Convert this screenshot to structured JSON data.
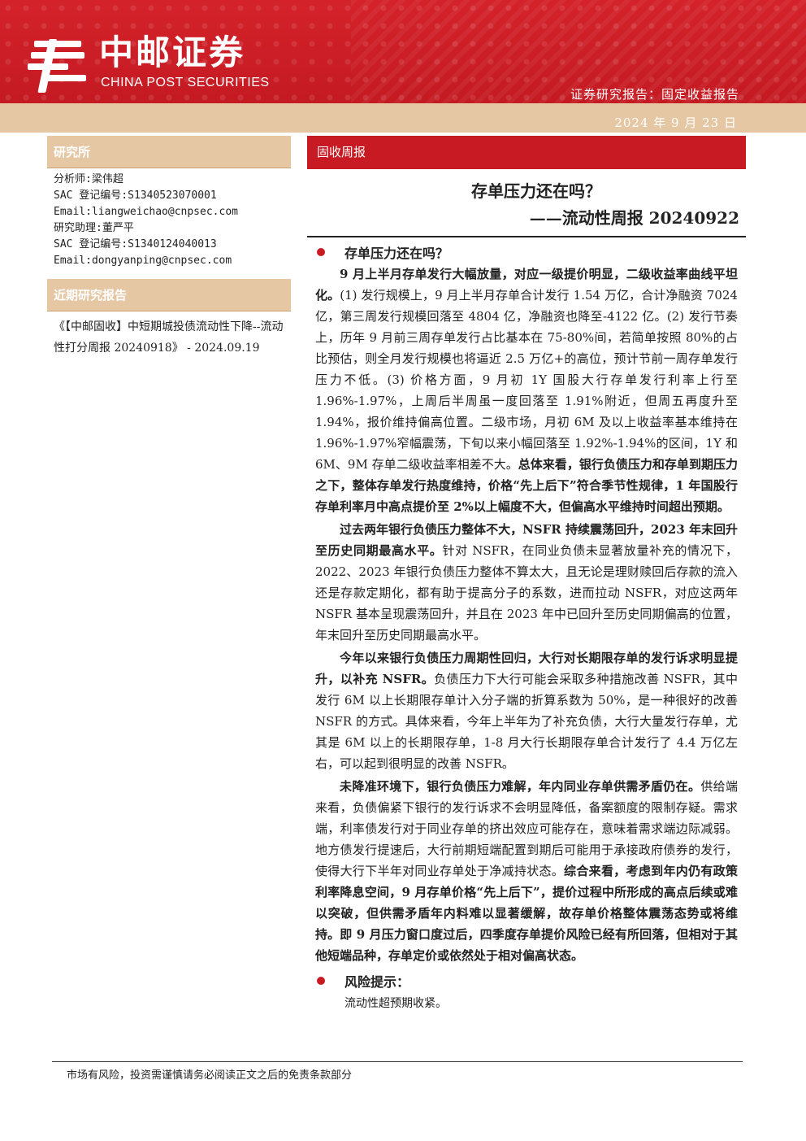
{
  "header": {
    "logo_cn": "中邮证券",
    "logo_en": "CHINA POST SECURITIES",
    "report_type": "证券研究报告：固定收益报告",
    "date": "2024 年 9 月 23 日",
    "brand_color": "#c71a22",
    "accent_color": "#e5c7a3"
  },
  "sidebar": {
    "institute_label": "研究所",
    "analyst": "分析师:梁伟超",
    "analyst_sac": "SAC 登记编号:S1340523070001",
    "analyst_email": "Email:liangweichao@cnpsec.com",
    "assistant": "研究助理:董严平",
    "assistant_sac": "SAC 登记编号:S1340124040013",
    "assistant_email": "Email:dongyanping@cnpsec.com",
    "recent_label": "近期研究报告",
    "recent_report": "《【中邮固收】中短期城投债流动性下降--流动性打分周报 20240918》 - 2024.09.19"
  },
  "main": {
    "tag": "固收周报",
    "title": "存单压力还在吗？",
    "subtitle": "——流动性周报 20240922",
    "section1_title": "存单压力还在吗？",
    "p1_bold": "9 月上半月存单发行大幅放量，对应一级提价明显，二级收益率曲线平坦化。",
    "p1_text": "(1) 发行规模上，9 月上半月存单合计发行 1.54 万亿，合计净融资 7024 亿，第三周发行规模回落至 4804 亿，净融资也降至-4122 亿。(2) 发行节奏上，历年 9 月前三周存单发行占比基本在 75-80%间，若简单按照 80%的占比预估，则全月发行规模也将逼近 2.5 万亿+的高位，预计节前一周存单发行压力不低。(3) 价格方面，9 月初 1Y 国股大行存单发行利率上行至 1.96%-1.97%，上周后半周虽一度回落至 1.91%附近，但周五再度升至 1.94%，报价维持偏高位置。二级市场，月初 6M 及以上收益率基本维持在 1.96%-1.97%窄幅震荡，下旬以来小幅回落至 1.92%-1.94%的区间，1Y 和 6M、9M 存单二级收益率相差不大。",
    "p1_bold2": "总体来看，银行负债压力和存单到期压力之下，整体存单发行热度维持，价格“先上后下”符合季节性规律，1 年国股行存单利率月中高点提价至 2%以上幅度不大，但偏高水平维持时间超出预期。",
    "p2_bold": "过去两年银行负债压力整体不大，NSFR 持续震荡回升，2023 年末回升至历史同期最高水平。",
    "p2_text": "针对 NSFR，在同业负债未显著放量补充的情况下，2022、2023 年银行负债压力整体不算太大，且无论是理财赎回后存款的流入还是存款定期化，都有助于提高分子的系数，进而拉动 NSFR，对应这两年 NSFR 基本呈现震荡回升，并且在 2023 年中已回升至历史同期偏高的位置，年末回升至历史同期最高水平。",
    "p3_bold": "今年以来银行负债压力周期性回归，大行对长期限存单的发行诉求明显提升，以补充 NSFR。",
    "p3_text": "负债压力下大行可能会采取多种措施改善 NSFR，其中发行 6M 以上长期限存单计入分子端的折算系数为 50%，是一种很好的改善 NSFR 的方式。具体来看，今年上半年为了补充负债，大行大量发行存单，尤其是 6M 以上的长期限存单，1-8 月大行长期限存单合计发行了 4.4 万亿左右，可以起到很明显的改善 NSFR。",
    "p4_bold": "未降准环境下，银行负债压力难解，年内同业存单供需矛盾仍在。",
    "p4_text": "供给端来看，负债偏紧下银行的发行诉求不会明显降低，备案额度的限制存疑。需求端，利率债发行对于同业存单的挤出效应可能存在，意味着需求端边际减弱。地方债发行提速后，大行前期短端配置到期后可能用于承接政府债券的发行，使得大行下半年对同业存单处于净减持状态。",
    "p4_bold2": "综合来看，考虑到年内仍有政策利率降息空间，9 月存单价格“先上后下”，提价过程中所形成的高点后续或难以突破，但供需矛盾年内料难以显著缓解，故存单价格整体震荡态势或将维持。即 9 月压力窗口度过后，四季度存单提价风险已经有所回落，但相对于其他短端品种，存单定价或依然处于相对偏高状态。",
    "risk_title": "风险提示：",
    "risk_text": "流动性超预期收紧。"
  },
  "footer": {
    "disclaimer": "市场有风险，投资需谨慎请务必阅读正文之后的免责条款部分"
  }
}
